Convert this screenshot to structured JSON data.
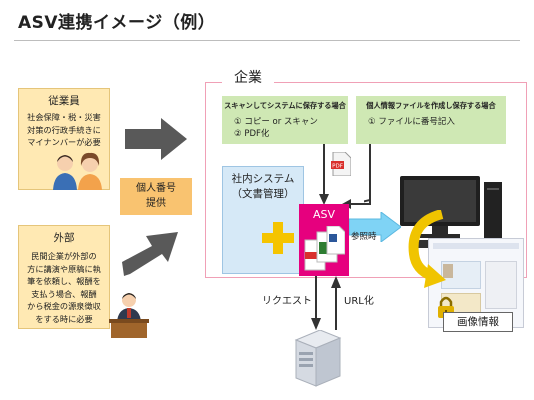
{
  "title": "ASV連携イメージ（例）",
  "employee": {
    "heading": "従業員",
    "lines": [
      "社会保障・税・災害",
      "対策の行政手続きに",
      "マイナンバーが必要"
    ]
  },
  "external": {
    "heading": "外部",
    "lines": [
      "民間企業が外部の",
      "方に講演や原稿に執",
      "筆を依頼し、報酬を",
      "支払う場合、報酬",
      "から税金の源泉徴収",
      "をする時に必要"
    ]
  },
  "mynumber": {
    "line1": "個人番号",
    "line2": "提供"
  },
  "enterprise": {
    "label": "企業"
  },
  "scan_box": {
    "heading": "スキャンしてシステムに保存する場合",
    "item1": "① コピー or スキャン",
    "item2": "② PDF化"
  },
  "create_box": {
    "heading": "個人情報ファイルを作成し保存する場合",
    "item1": "① ファイルに番号記入"
  },
  "system": {
    "line1": "社内システム",
    "line2": "（文書管理）"
  },
  "asv": {
    "label": "ASV"
  },
  "pdf_icon": {
    "text": "PDF"
  },
  "arrows": {
    "reference": "参照時",
    "request": "リクエスト",
    "url": "URL化"
  },
  "image_info": {
    "label": "画像情報"
  },
  "colors": {
    "asv_magenta": "#e6007e",
    "enterprise_border": "#f0a0b6",
    "left_box_fill": "#ffe9b3",
    "green_fill": "#cfe8b4",
    "system_fill": "#d6e9f7",
    "mynumber_fill": "#f9c370",
    "plus_yellow": "#f5c400",
    "curve_arrow": "#f0c400"
  }
}
